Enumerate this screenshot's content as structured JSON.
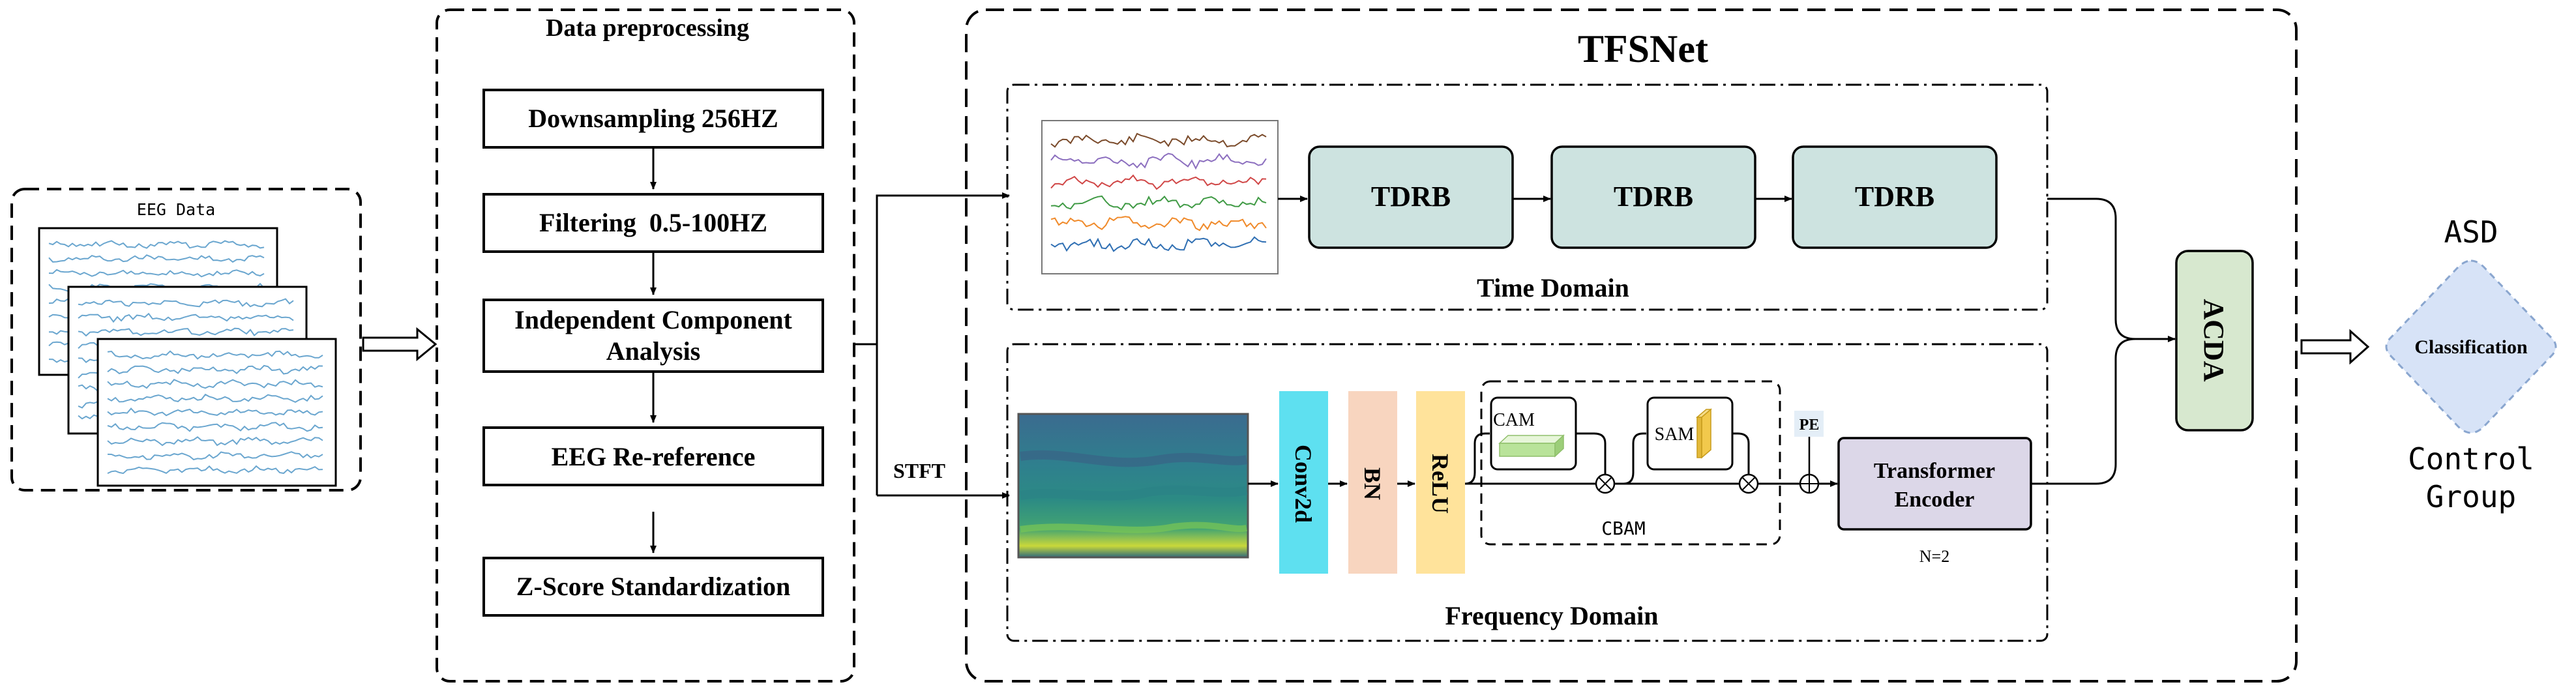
{
  "input": {
    "title": "EEG Data"
  },
  "preprocessing": {
    "title": "Data preprocessing",
    "steps": [
      "Downsampling 256HZ",
      "Filtering  0.5-100HZ",
      "Independent Component",
      "Analysis",
      "EEG Re-reference",
      "Z-Score Standardization"
    ]
  },
  "model": {
    "title": "TFSNet",
    "time_domain": {
      "label": "Time Domain",
      "blocks": [
        "TDRB",
        "TDRB",
        "TDRB"
      ]
    },
    "stft_label": "STFT",
    "frequency_domain": {
      "label": "Frequency Domain",
      "layers": [
        "Conv2d",
        "BN",
        "ReLU"
      ],
      "cam": "CAM",
      "sam": "SAM",
      "cbam": "CBAM",
      "pe": "PE",
      "transformer_line1": "Transformer",
      "transformer_line2": "Encoder",
      "n_label": "N=2"
    },
    "acda": "ACDA"
  },
  "output": {
    "asd": "ASD",
    "classification": "Classification",
    "control_line1": "Control",
    "control_line2": "Group"
  },
  "colors": {
    "tdrb_fill": "#cde3e0",
    "conv_fill": "#5ee0f0",
    "bn_fill": "#f8d5bf",
    "relu_fill": "#ffe39b",
    "transformer_fill": "#dcd7e8",
    "acda_fill": "#d7e8cf",
    "classification_fill": "#d7e3f7"
  }
}
